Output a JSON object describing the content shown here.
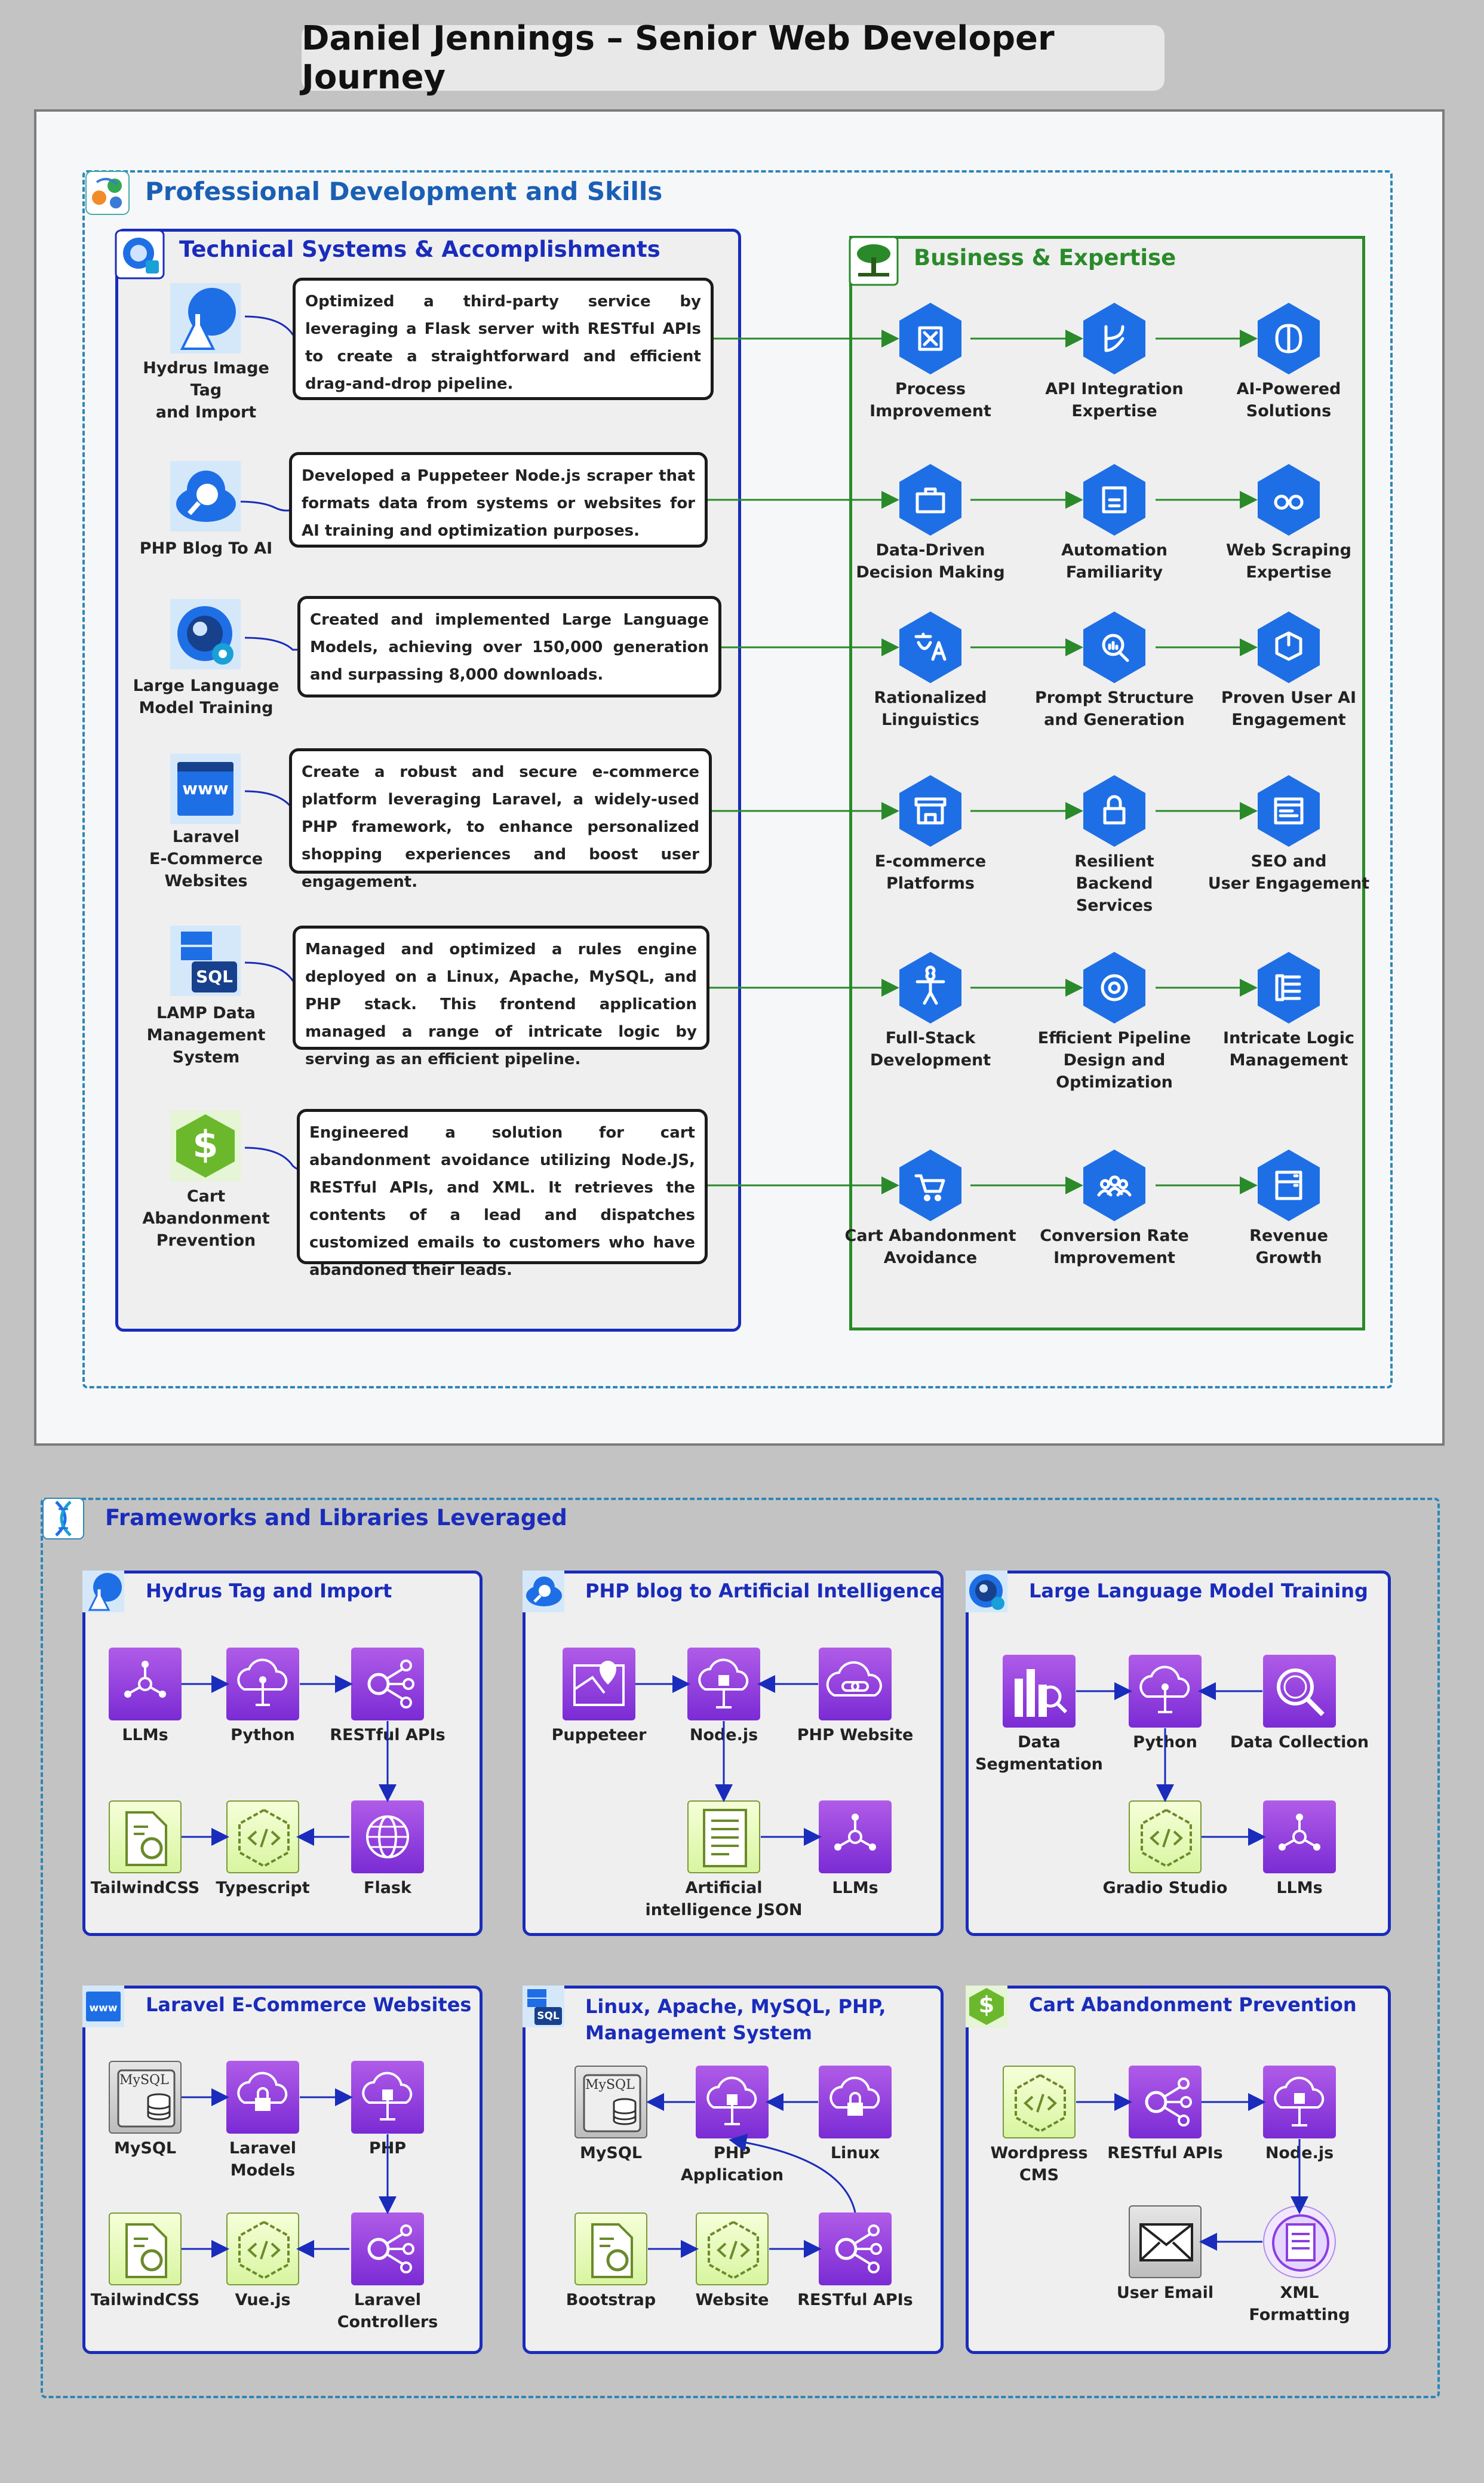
{
  "title": "Daniel Jennings – Senior Web Developer Journey",
  "section1": {
    "title": "Professional Development and Skills",
    "tech_panel_title": "Technical Systems & Accomplishments",
    "business_panel_title": "Business & Expertise",
    "tech_items": [
      {
        "label_lines": [
          "Hydrus Image Tag",
          "and Import"
        ],
        "desc": "Optimized a third-party service by leveraging a Flask server with RESTful APIs to create a straightforward and efficient drag-and-drop pipeline."
      },
      {
        "label_lines": [
          "PHP Blog To AI"
        ],
        "desc": "Developed a Puppeteer Node.js scraper that formats data from systems or websites for AI training and optimization purposes."
      },
      {
        "label_lines": [
          "Large Language",
          "Model Training"
        ],
        "desc": "Created and implemented Large Language Models, achieving over 150,000 generation and surpassing 8,000 downloads."
      },
      {
        "label_lines": [
          "Laravel",
          "E-Commerce",
          "Websites"
        ],
        "desc": "Create a robust and secure e-commerce platform leveraging Laravel, a widely-used PHP framework, to enhance personalized shopping experiences and boost user engagement."
      },
      {
        "label_lines": [
          "LAMP Data",
          "Management",
          "System"
        ],
        "desc": "Managed and optimized a rules engine deployed on a Linux, Apache, MySQL, and PHP stack. This frontend application managed a range of intricate logic by serving as an efficient pipeline."
      },
      {
        "label_lines": [
          "Cart Abandonment",
          "Prevention"
        ],
        "desc": "Engineered a solution for cart abandonment avoidance utilizing Node.JS, RESTful APIs, and XML. It retrieves the contents of  a lead and dispatches customized emails to customers who have abandoned their leads."
      }
    ],
    "business_rows": [
      [
        [
          "Process",
          "Improvement"
        ],
        [
          "API Integration",
          "Expertise"
        ],
        [
          "AI-Powered",
          "Solutions"
        ]
      ],
      [
        [
          "Data-Driven",
          "Decision Making"
        ],
        [
          "Automation",
          "Familiarity"
        ],
        [
          "Web Scraping",
          "Expertise"
        ]
      ],
      [
        [
          "Rationalized",
          "Linguistics"
        ],
        [
          "Prompt Structure",
          "and Generation"
        ],
        [
          "Proven User AI",
          "Engagement"
        ]
      ],
      [
        [
          "E-commerce",
          "Platforms"
        ],
        [
          "Resilient",
          "Backend",
          "Services"
        ],
        [
          "SEO and",
          "User Engagement"
        ]
      ],
      [
        [
          "Full-Stack",
          "Development"
        ],
        [
          "Efficient Pipeline",
          "Design and",
          "Optimization"
        ],
        [
          "Intricate Logic",
          "Management"
        ]
      ],
      [
        [
          "Cart Abandonment",
          "Avoidance"
        ],
        [
          "Conversion Rate",
          "Improvement"
        ],
        [
          "Revenue",
          "Growth"
        ]
      ]
    ],
    "business_icons": [
      [
        "chip-icon",
        "branch-icon",
        "brain-icon"
      ],
      [
        "briefcase-search-icon",
        "automation-icon",
        "binoculars-icon"
      ],
      [
        "translate-icon",
        "search-chart-icon",
        "cube-box-icon"
      ],
      [
        "store-icon",
        "lock-icon",
        "web-page-icon"
      ],
      [
        "person-icon",
        "gear-search-icon",
        "list-icon"
      ],
      [
        "cart-icon",
        "people-icon",
        "storage-icon"
      ]
    ]
  },
  "section2": {
    "title": "Frameworks and Libraries Leveraged",
    "panels": [
      {
        "title": "Hydrus Tag and Import",
        "nodes": [
          [
            "LLMs"
          ],
          [
            "Python"
          ],
          [
            "RESTful APIs"
          ],
          [
            "TailwindCSS"
          ],
          [
            "Typescript"
          ],
          [
            "Flask"
          ]
        ]
      },
      {
        "title": "PHP blog to Artificial Intelligence",
        "nodes": [
          [
            "Puppeteer"
          ],
          [
            "Node.js"
          ],
          [
            "PHP Website"
          ],
          [
            "Artificial",
            "intelligence JSON"
          ],
          [
            "LLMs"
          ]
        ]
      },
      {
        "title": "Large Language Model Training",
        "nodes": [
          [
            "Data",
            "Segmentation"
          ],
          [
            "Python"
          ],
          [
            "Data Collection"
          ],
          [
            "Gradio Studio"
          ],
          [
            "LLMs"
          ]
        ]
      },
      {
        "title": "Laravel E-Commerce Websites",
        "nodes": [
          [
            "MySQL"
          ],
          [
            "Laravel",
            "Models"
          ],
          [
            "PHP"
          ],
          [
            "TailwindCSS"
          ],
          [
            "Vue.js"
          ],
          [
            "Laravel",
            "Controllers"
          ]
        ]
      },
      {
        "title_lines": [
          "Linux, Apache, MySQL, PHP,",
          "Management System"
        ],
        "nodes": [
          [
            "MySQL"
          ],
          [
            "PHP",
            "Application"
          ],
          [
            "Linux"
          ],
          [
            "Bootstrap"
          ],
          [
            "Website"
          ],
          [
            "RESTful APIs"
          ]
        ]
      },
      {
        "title": "Cart Abandonment Prevention",
        "nodes": [
          [
            "Wordpress",
            "CMS"
          ],
          [
            "RESTful APIs"
          ],
          [
            "Node.js"
          ],
          [
            "User Email"
          ],
          [
            "XML",
            "Formatting"
          ]
        ]
      }
    ]
  },
  "misc": {
    "www_text": "www",
    "sql_text": "SQL",
    "mysql_text": "MySQL",
    "dollar_text": "$"
  },
  "colors": {
    "accent_blue": "#1a5fb4",
    "panel_blue": "#1a2cbb",
    "panel_green": "#2a8a2a",
    "hex_blue": "#1e6fe6",
    "purple": "#8b3fe0",
    "green_line": "#2a8a2a",
    "dash": "#2f86b5"
  }
}
